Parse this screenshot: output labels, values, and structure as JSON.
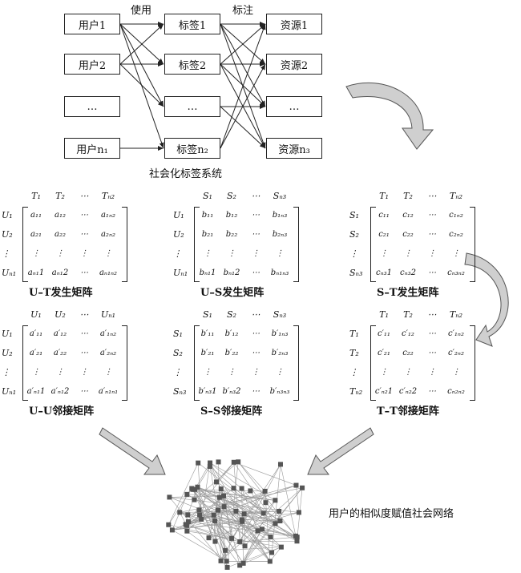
{
  "top_labels": {
    "use": "使用",
    "tag_action": "标注"
  },
  "users": [
    "用户1",
    "用户2",
    "…",
    "用户n₁"
  ],
  "tags": [
    "标签1",
    "标签2",
    "…",
    "标签n₂"
  ],
  "resources": [
    "资源1",
    "资源2",
    "…",
    "资源n₃"
  ],
  "system_caption": "社会化标签系统",
  "matrices": [
    {
      "id": "ut",
      "caption": "U–T发生矩阵",
      "cols": [
        "T₁",
        "T₂",
        "⋯",
        "Tₙ₂"
      ],
      "rows": [
        "U₁",
        "U₂",
        "⋮",
        "Uₙ₁"
      ],
      "cells": [
        [
          "a₁₁",
          "a₁₂",
          "⋯",
          "a₁ₙ₂"
        ],
        [
          "a₂₁",
          "a₂₂",
          "⋯",
          "a₂ₙ₂"
        ],
        [
          "⋮",
          "⋮",
          "⋮",
          "⋮"
        ],
        [
          "aₙ₁1",
          "aₙ₁2",
          "⋯",
          "aₙ₁ₙ₂"
        ]
      ]
    },
    {
      "id": "us",
      "caption": "U–S发生矩阵",
      "cols": [
        "S₁",
        "S₂",
        "⋯",
        "Sₙ₃"
      ],
      "rows": [
        "U₁",
        "U₂",
        "⋮",
        "Uₙ₁"
      ],
      "cells": [
        [
          "b₁₁",
          "b₁₂",
          "⋯",
          "b₁ₙ₃"
        ],
        [
          "b₂₁",
          "b₂₂",
          "⋯",
          "b₂ₙ₃"
        ],
        [
          "⋮",
          "⋮",
          "⋮",
          "⋮"
        ],
        [
          "bₙ₁1",
          "bₙ₁2",
          "⋯",
          "bₙ₁ₙ₃"
        ]
      ]
    },
    {
      "id": "st",
      "caption": "S–T发生矩阵",
      "cols": [
        "T₁",
        "T₂",
        "⋯",
        "Tₙ₂"
      ],
      "rows": [
        "S₁",
        "S₂",
        "⋮",
        "Sₙ₃"
      ],
      "cells": [
        [
          "c₁₁",
          "c₁₂",
          "⋯",
          "c₁ₙ₂"
        ],
        [
          "c₂₁",
          "c₂₂",
          "⋯",
          "c₂ₙ₂"
        ],
        [
          "⋮",
          "⋮",
          "⋮",
          "⋮"
        ],
        [
          "cₙ₃1",
          "cₙ₃2",
          "⋯",
          "cₙ₃ₙ₂"
        ]
      ]
    },
    {
      "id": "uu",
      "caption": "U–U邻接矩阵",
      "cols": [
        "U₁",
        "U₂",
        "⋯",
        "Uₙ₁"
      ],
      "rows": [
        "U₁",
        "U₂",
        "⋮",
        "Uₙ₁"
      ],
      "cells": [
        [
          "a′₁₁",
          "a′₁₂",
          "⋯",
          "a′₁ₙ₂"
        ],
        [
          "a′₂₁",
          "a′₂₂",
          "⋯",
          "a′₂ₙ₂"
        ],
        [
          "⋮",
          "⋮",
          "⋮",
          "⋮"
        ],
        [
          "a′ₙ₁1",
          "a′ₙ₁2",
          "⋯",
          "a′ₙ₁ₙ₁"
        ]
      ]
    },
    {
      "id": "ss",
      "caption": "S–S邻接矩阵",
      "cols": [
        "S₁",
        "S₂",
        "⋯",
        "Sₙ₃"
      ],
      "rows": [
        "S₁",
        "S₂",
        "⋮",
        "Sₙ₃"
      ],
      "cells": [
        [
          "b′₁₁",
          "b′₁₂",
          "⋯",
          "b′₁ₙ₃"
        ],
        [
          "b′₂₁",
          "b′₂₂",
          "⋯",
          "b′₂ₙ₃"
        ],
        [
          "⋮",
          "⋮",
          "⋮",
          "⋮"
        ],
        [
          "b′ₙ₃1",
          "b′ₙ₃2",
          "⋯",
          "b′ₙ₃ₙ₃"
        ]
      ]
    },
    {
      "id": "tt",
      "caption": "T–T邻接矩阵",
      "cols": [
        "T₁",
        "T₂",
        "⋯",
        "Tₙ₂"
      ],
      "rows": [
        "T₁",
        "T₂",
        "⋮",
        "Tₙ₂"
      ],
      "cells": [
        [
          "c′₁₁",
          "c′₁₂",
          "⋯",
          "c′₁ₙ₂"
        ],
        [
          "c′₂₁",
          "c₂₂",
          "⋯",
          "c′₂ₙ₂"
        ],
        [
          "⋮",
          "⋮",
          "⋮",
          "⋮"
        ],
        [
          "c′ₙ₂1",
          "c′ₙ₂2",
          "⋯",
          "cₙ₂ₙ₂"
        ]
      ]
    }
  ],
  "network_caption": "用户的相似度赋值社会网络",
  "colors": {
    "line": "#222222",
    "arrow_fill": "#cfcfcf",
    "arrow_stroke": "#555555",
    "node": "#555555",
    "edge": "#9a9a9a"
  }
}
